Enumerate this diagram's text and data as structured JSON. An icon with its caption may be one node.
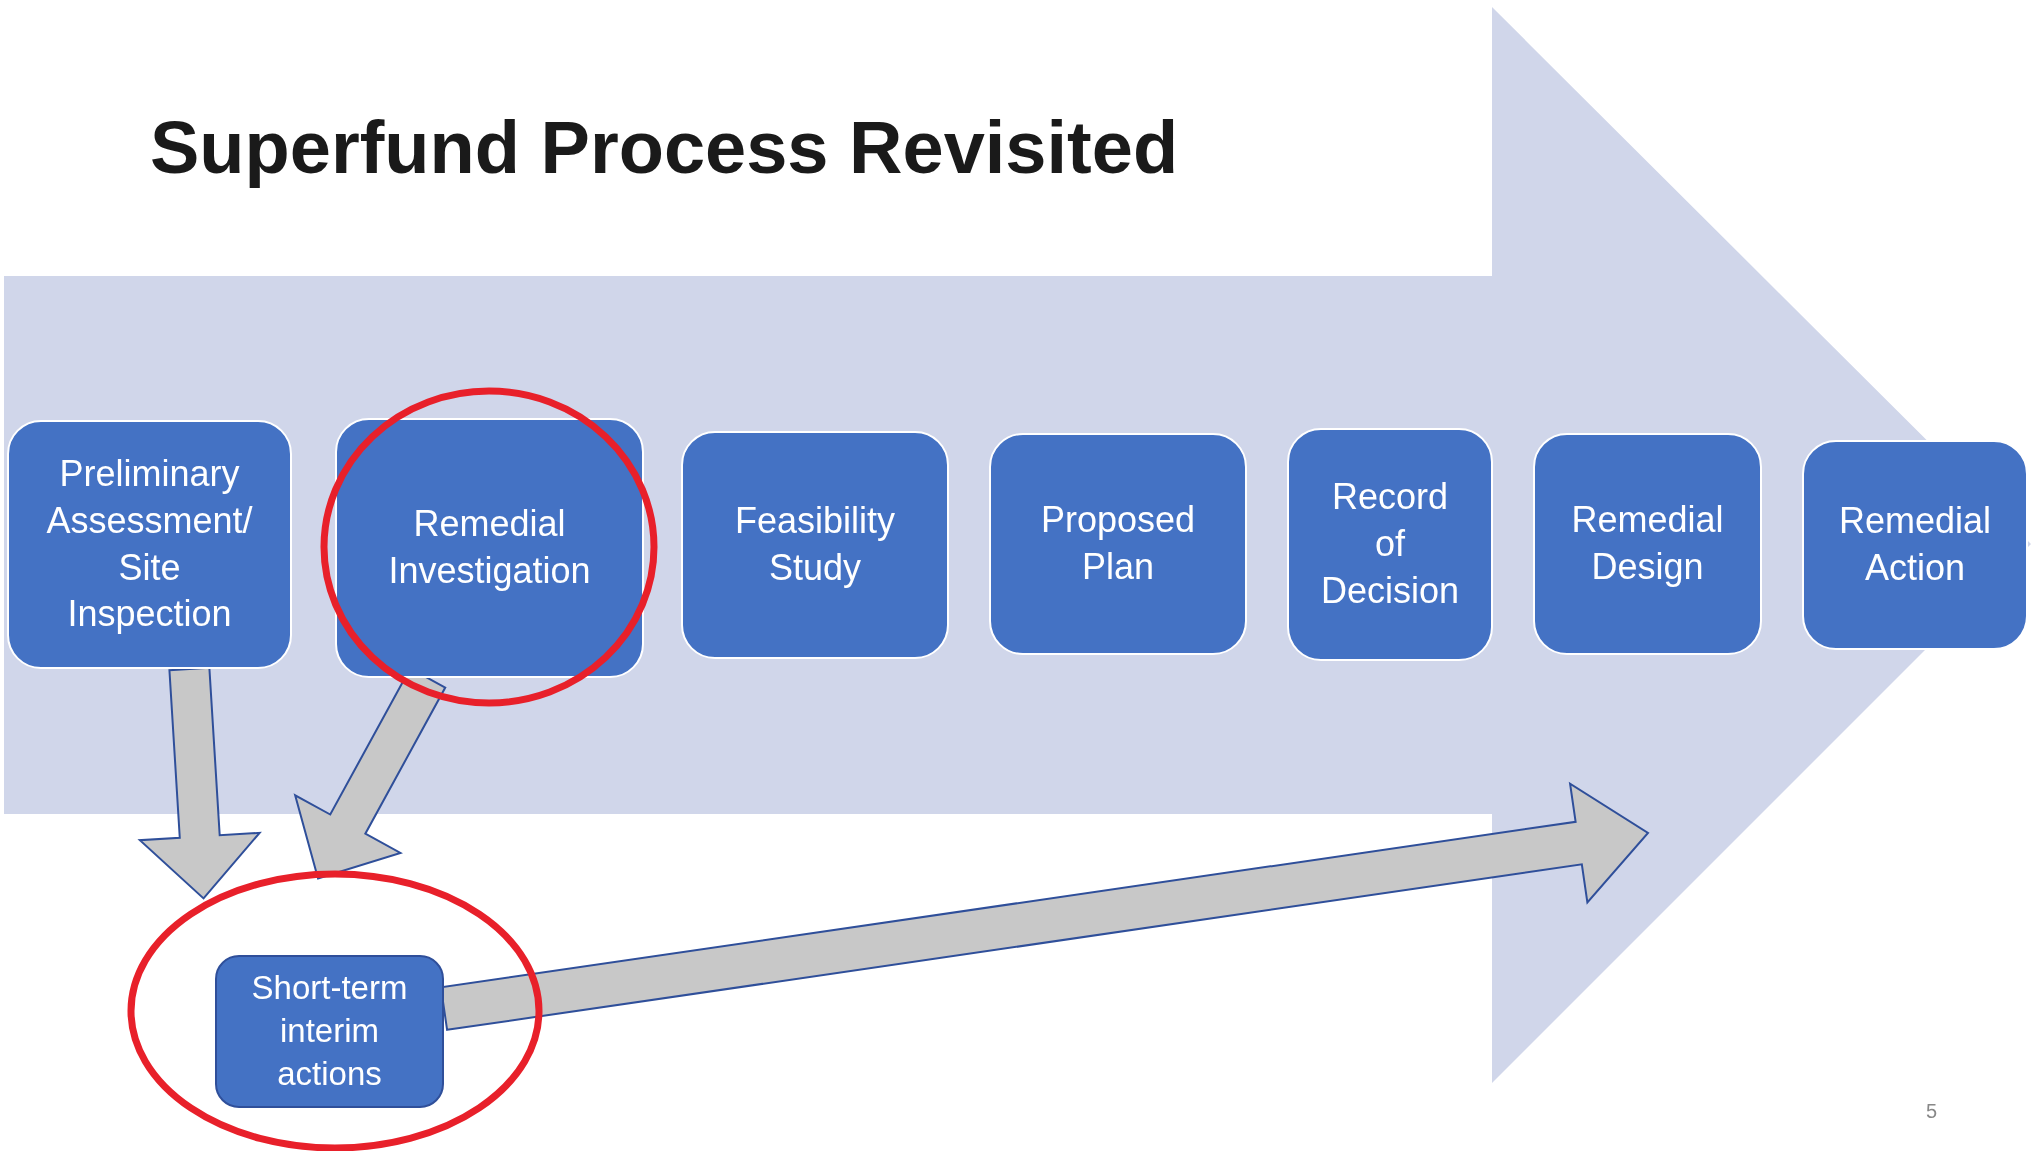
{
  "diagram": {
    "title": "Superfund Process Revisited",
    "nodes": [
      {
        "text": [
          "Preliminary Assessment/ Site Inspection"
        ]
      },
      {
        "text": [
          "Remedial Investigation"
        ]
      },
      {
        "text": [
          "Feasibility Study"
        ]
      },
      {
        "text": [
          "Proposed Plan"
        ]
      },
      {
        "text": [
          "Record of Decision"
        ]
      },
      {
        "text": [
          "Remedial Design"
        ]
      },
      {
        "text": [
          "Remedial Action"
        ]
      },
      {
        "text": [
          "Short-term interim actions"
        ]
      }
    ],
    "edges": [
      {
        "from": 0,
        "to": 6,
        "arrow": "to"
      },
      {
        "from": 0,
        "to": 7,
        "arrow": "to"
      },
      {
        "from": 1,
        "to": 7,
        "arrow": "to"
      },
      {
        "from": 7,
        "to": null,
        "arrow": "to"
      }
    ],
    "labels": [
      "5"
    ]
  }
}
